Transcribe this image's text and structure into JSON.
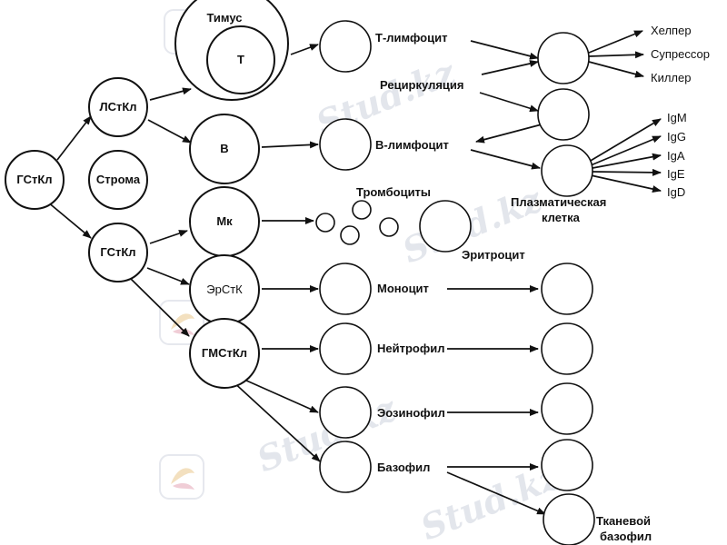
{
  "watermark": {
    "text": "Stud.kz"
  },
  "nodes": {
    "gstkl_root": "ГСтКл",
    "stroma": "Строма",
    "lstkl": "ЛСтКл",
    "gstkl_mid": "ГСтКл",
    "thymus": "Тимус",
    "t": "Т",
    "b": "В",
    "mk": "Мк",
    "erstk": "ЭрСтК",
    "gmstkl": "ГМСтКл"
  },
  "labels": {
    "t_lymphocyte": "Т-лимфоцит",
    "recirculation": "Рециркуляция",
    "b_lymphocyte": "В-лимфоцит",
    "plasma_1": "Плазматическая",
    "plasma_2": "клетка",
    "platelets": "Тромбоциты",
    "erythrocyte": "Эритроцит",
    "monocyte": "Моноцит",
    "neutrophil": "Нейтрофил",
    "eosinophil": "Эозинофил",
    "basophil": "Базофил",
    "tissue_basophil_1": "Тканевой",
    "tissue_basophil_2": "базофил"
  },
  "t_cell_types": [
    "Хелпер",
    "Супрессор",
    "Киллер"
  ],
  "immunoglobulins": [
    "IgM",
    "IgG",
    "IgA",
    "IgE",
    "IgD"
  ]
}
